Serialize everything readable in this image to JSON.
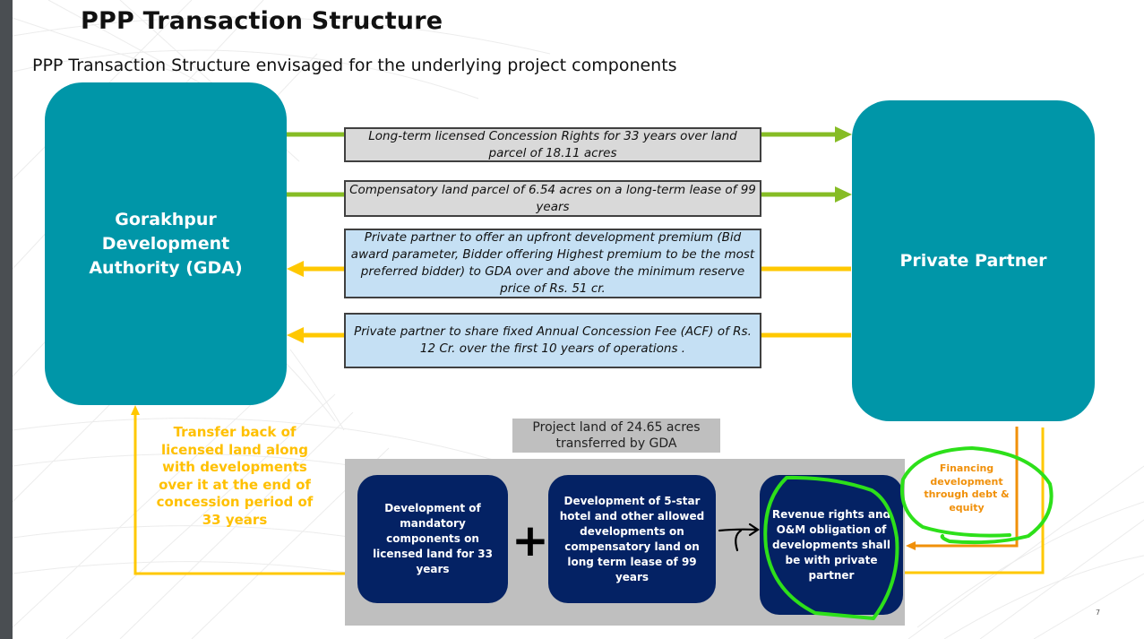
{
  "slide": {
    "title": "PPP Transaction Structure",
    "subtitle": "PPP Transaction Structure envisaged for the underlying project components",
    "page_number": "7"
  },
  "parties": {
    "left": {
      "label": "Gorakhpur Development Authority (GDA)",
      "color": "#0096a8"
    },
    "right": {
      "label": "Private Partner",
      "color": "#0096a8"
    }
  },
  "flows": [
    {
      "direction": "to-private-partner",
      "text": "Long-term licensed Concession Rights for 33 years over land parcel of 18.11 acres",
      "arrow_color": "#86bc25",
      "box_color": "#d9d9d9"
    },
    {
      "direction": "to-private-partner",
      "text": "Compensatory land parcel of 6.54 acres on a long-term lease of 99 years",
      "arrow_color": "#86bc25",
      "box_color": "#d9d9d9"
    },
    {
      "direction": "to-gda",
      "text": "Private partner to offer an upfront development premium (Bid award parameter, Bidder offering Highest premium to be the most preferred bidder) to GDA over and above the minimum reserve price of Rs. 51 cr.",
      "arrow_color": "#ffc800",
      "box_color": "#c5e0f4"
    },
    {
      "direction": "to-gda",
      "text": "Private partner to share fixed Annual Concession Fee (ACF) of Rs. 12 Cr. over the first 10 years of operations .",
      "arrow_color": "#ffc800",
      "box_color": "#c5e0f4"
    }
  ],
  "transfer_back": {
    "text": "Transfer back of licensed land along with developments over it  at the end of concession period of 33 years",
    "color": "#ffc000"
  },
  "project": {
    "label": "Project land of 24.65 acres transferred by GDA",
    "components": [
      {
        "text": "Development of mandatory components on licensed land for 33 years"
      },
      {
        "text": "Development of 5-star hotel and other allowed developments on compensatory land on long term lease of 99 years"
      },
      {
        "text": "Revenue rights and O&M obligation of developments shall be with private partner",
        "highlighted": true
      }
    ],
    "operator_plus": "+",
    "component_color": "#042264"
  },
  "financing": {
    "text": "Financing development through debt & equity",
    "color": "#f0900a",
    "highlighted": true
  },
  "annotation_color": "#2de01a"
}
